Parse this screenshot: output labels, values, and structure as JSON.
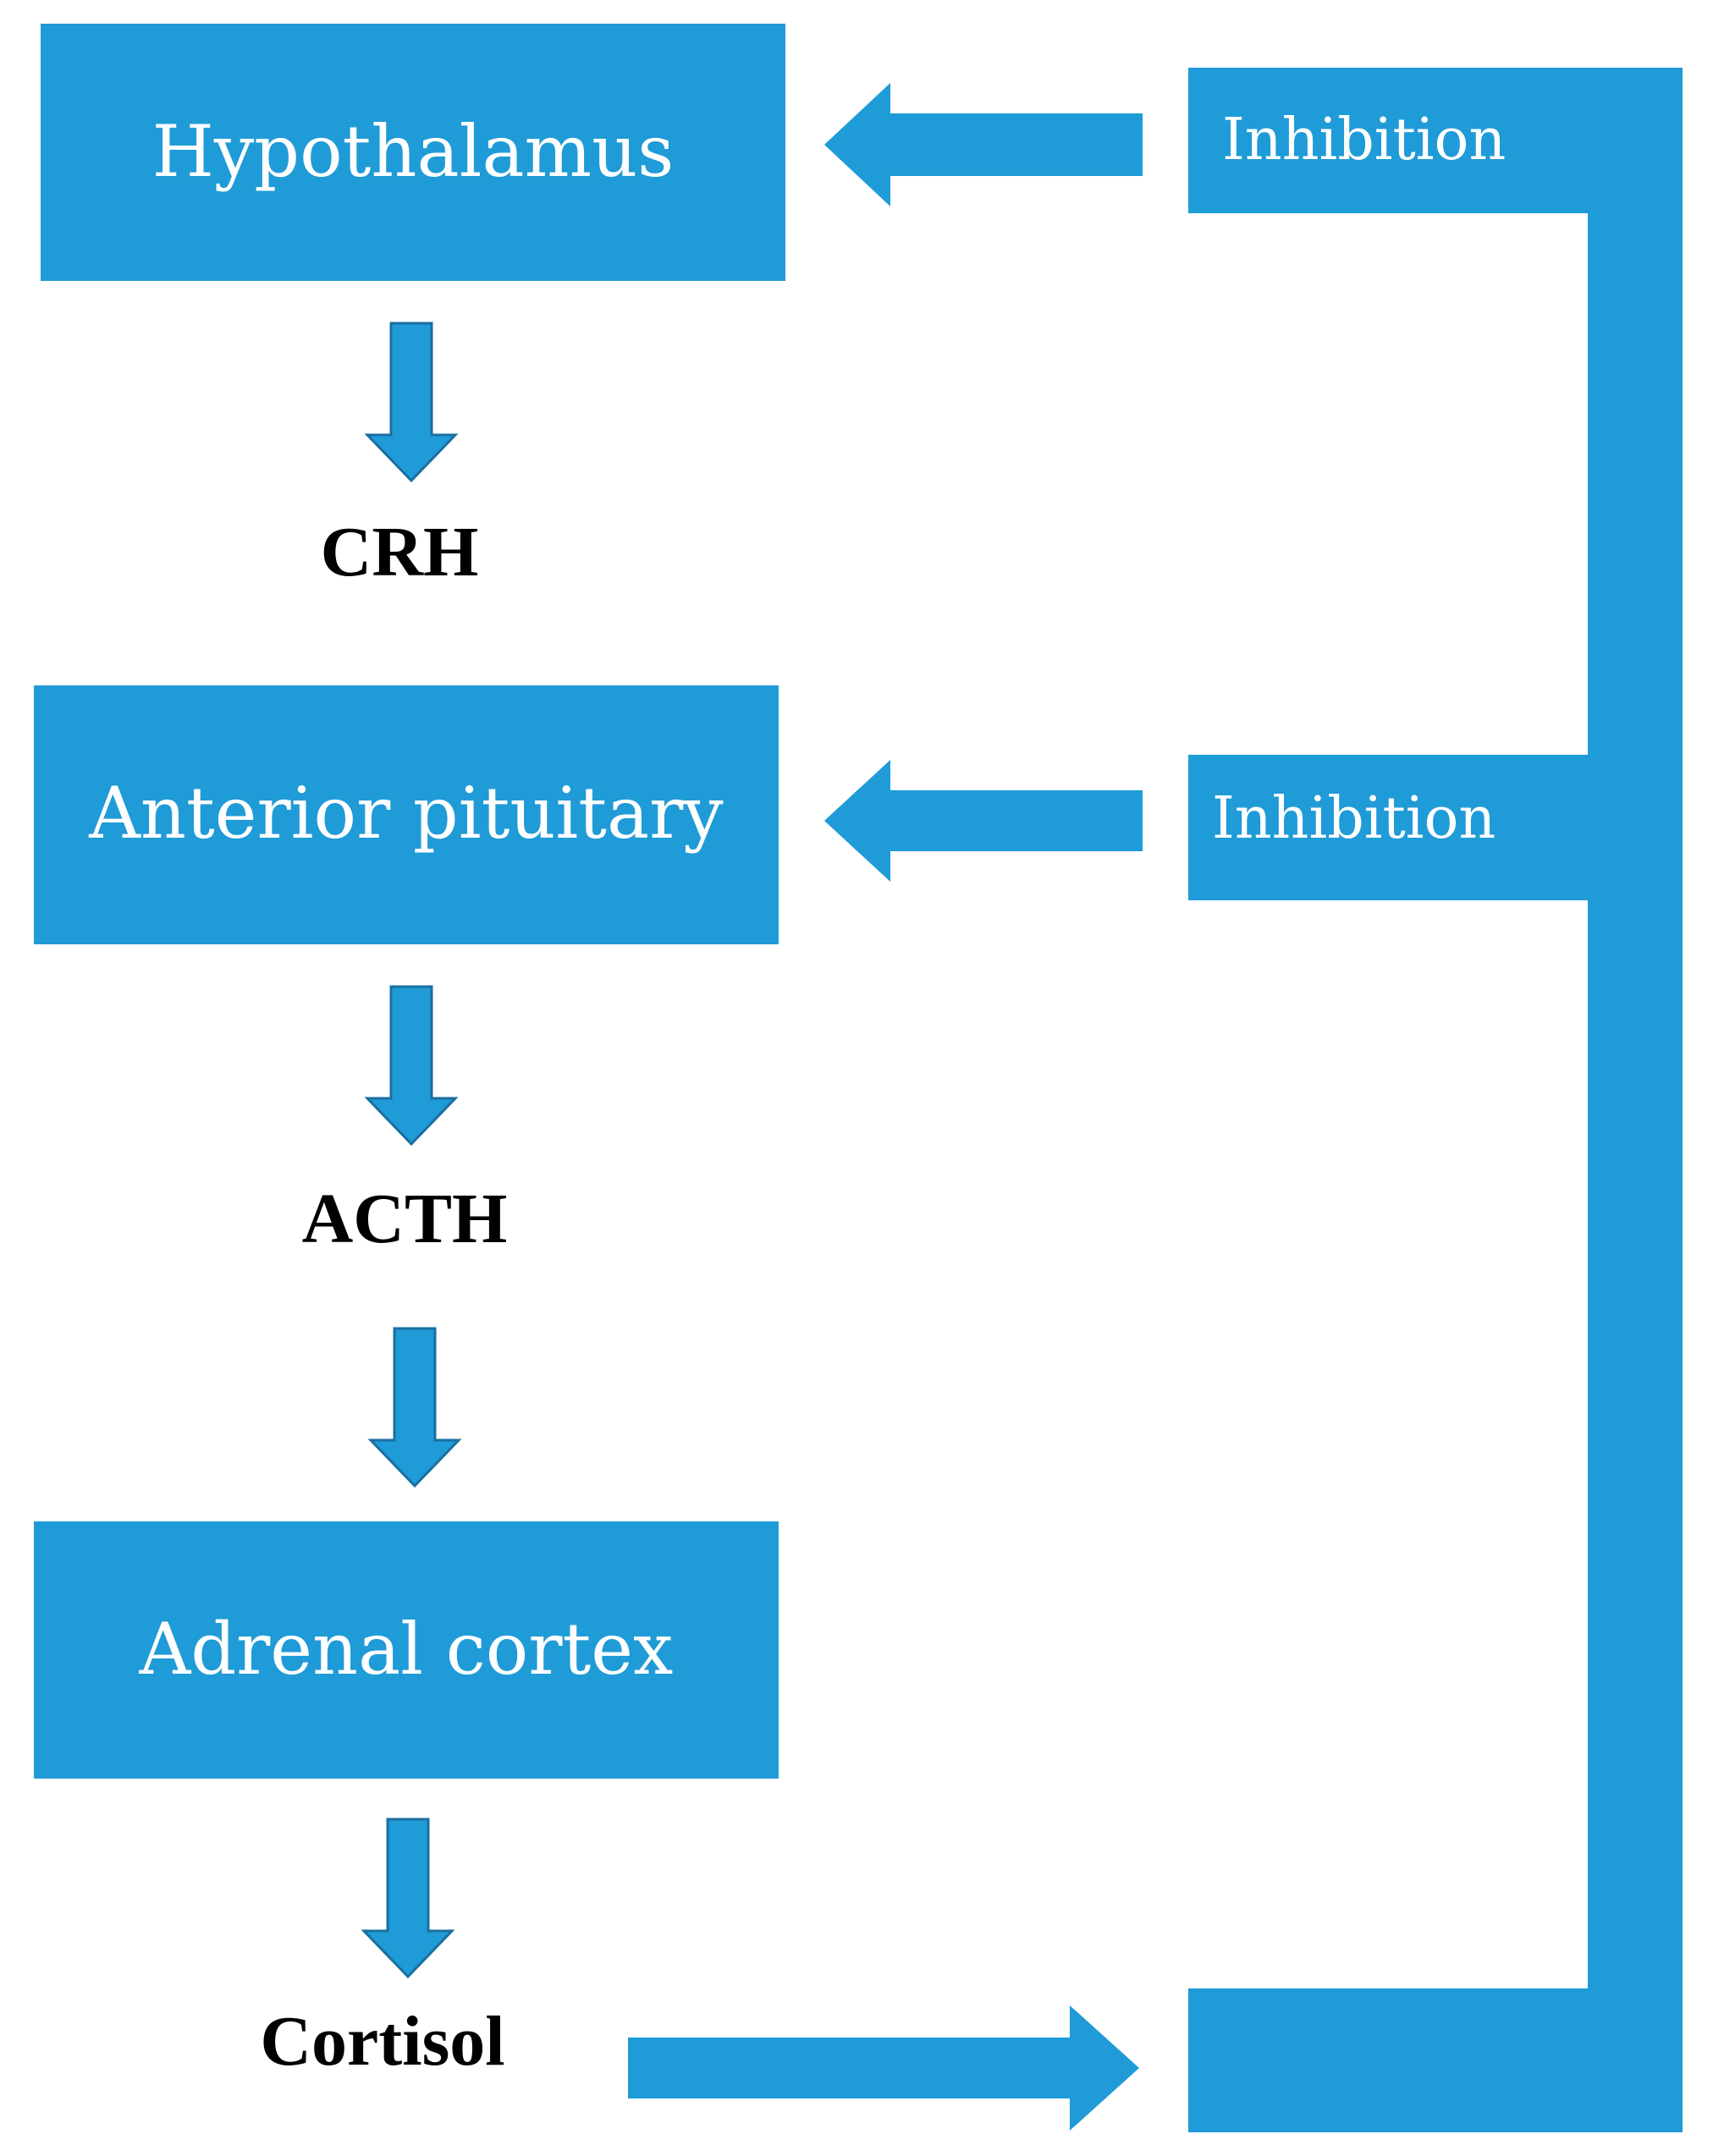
{
  "colors": {
    "primary": "#1f9bd7",
    "arrow_stroke": "#1a6fa0",
    "box_text": "#ffffff",
    "hormone_text": "#000000",
    "background": "#ffffff"
  },
  "boxes": {
    "hypothalamus": "Hypothalamus",
    "anterior_pituitary": "Anterior pituitary",
    "adrenal_cortex": "Adrenal cortex"
  },
  "hormones": {
    "crh": "CRH",
    "acth": "ACTH",
    "cortisol": "Cortisol"
  },
  "feedback": {
    "top": "Inhibition",
    "middle": "Inhibition"
  }
}
